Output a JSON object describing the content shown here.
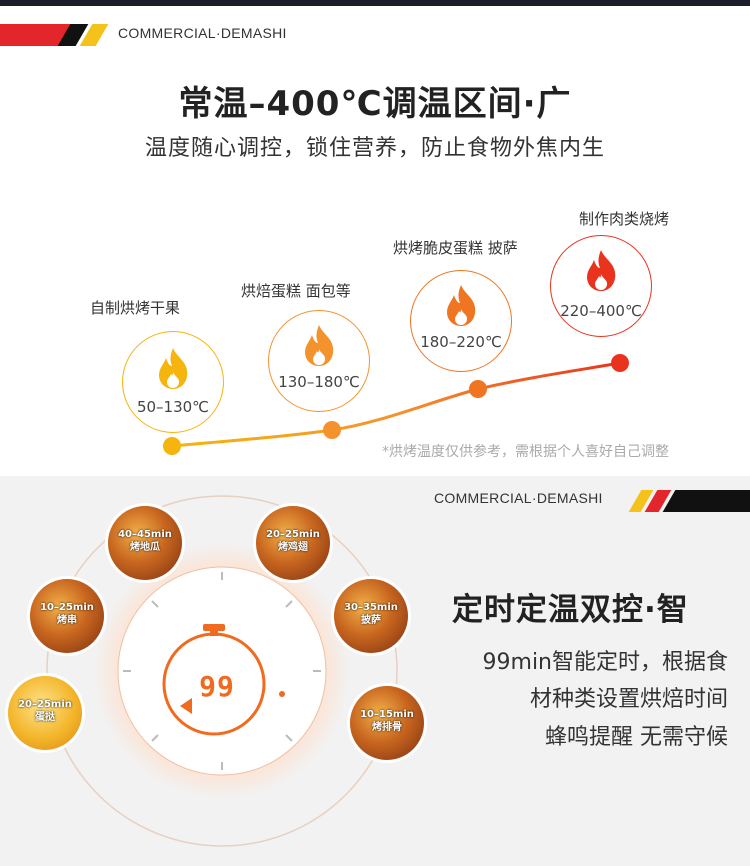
{
  "brand": {
    "name": "COMMERCIAL·DEMASHI"
  },
  "temperature_section": {
    "title": "常温–400℃调温区间·广",
    "subtitle": "温度随心调控，锁住营养，防止食物外焦内生",
    "stages": [
      {
        "label": "自制烘烤干果",
        "temp": "50–130℃",
        "color": "#f6b40e"
      },
      {
        "label": "烘焙蛋糕 面包等",
        "temp": "130–180℃",
        "color": "#f4932d"
      },
      {
        "label": "烘烤脆皮蛋糕 披萨",
        "temp": "180–220℃",
        "color": "#ef7522"
      },
      {
        "label": "制作肉类烧烤",
        "temp": "220–400℃",
        "color": "#e9331d"
      }
    ],
    "note": "*烘烤温度仅供参考，需根据个人喜好自己调整"
  },
  "timer_section": {
    "title": "定时定温双控·智",
    "lines": [
      "99min智能定时，根据食",
      "材种类设置烘焙时间",
      "蜂鸣提醒 无需守候"
    ],
    "timer_display": "99",
    "foods": [
      {
        "time": "40–45min",
        "name": "烤地瓜"
      },
      {
        "time": "20–25min",
        "name": "烤鸡翅"
      },
      {
        "time": "10–25min",
        "name": "烤串"
      },
      {
        "time": "30–35min",
        "name": "披萨"
      },
      {
        "time": "20–25min",
        "name": "蛋挞"
      },
      {
        "time": "10–15min",
        "name": "烤排骨"
      }
    ],
    "accent_color": "#f06a1f"
  }
}
